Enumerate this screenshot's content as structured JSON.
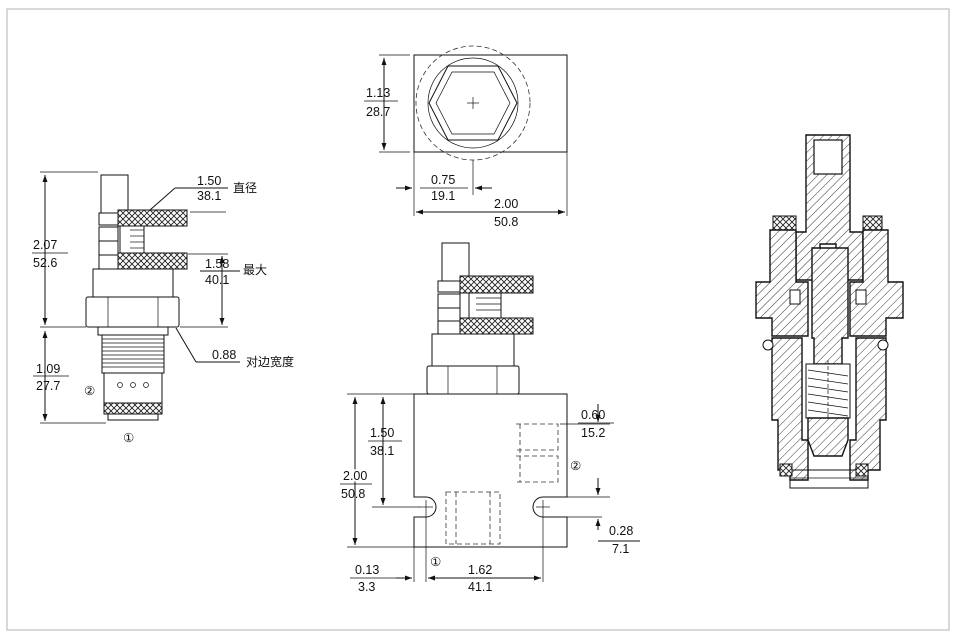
{
  "border_color": "#bdbdbd",
  "side_view": {
    "height_in": "2.07",
    "height_mm": "52.6",
    "dia_in": "1.50",
    "dia_mm": "38.1",
    "dia_label": "直径",
    "max_in": "1.58",
    "max_mm": "40.1",
    "max_label": "最大",
    "hex_in": "0.88",
    "hex_label": "对边宽度",
    "insert_in": "1.09",
    "insert_mm": "27.7",
    "port1": "①",
    "port2": "②"
  },
  "top_view": {
    "h_in": "1.13",
    "h_mm": "28.7",
    "off_in": "0.75",
    "off_mm": "19.1",
    "w_in": "2.00",
    "w_mm": "50.8"
  },
  "front_view": {
    "center_in": "1.50",
    "center_mm": "38.1",
    "h_in": "2.00",
    "h_mm": "50.8",
    "p2_in": "0.60",
    "p2_mm": "15.2",
    "p1_in": "0.28",
    "p1_mm": "7.1",
    "edge_in": "0.13",
    "edge_mm": "3.3",
    "holes_in": "1.62",
    "holes_mm": "41.1",
    "port1": "①",
    "port2": "②"
  }
}
